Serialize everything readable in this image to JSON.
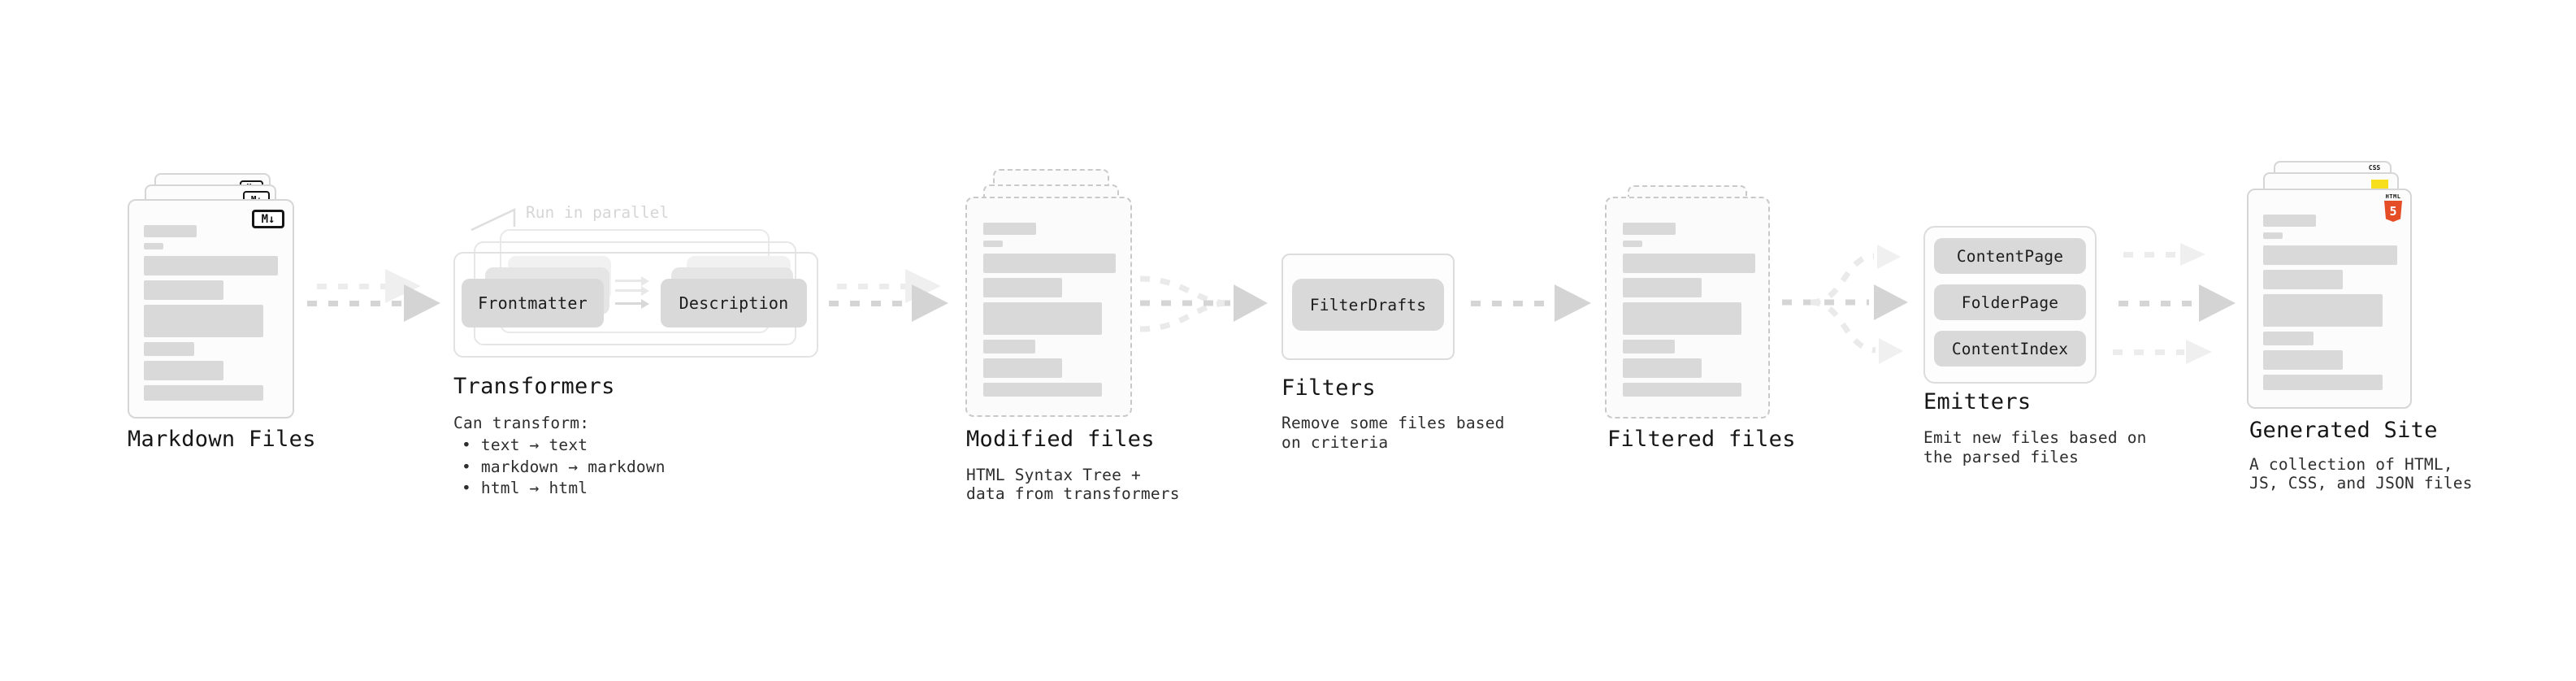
{
  "stages": {
    "markdown": {
      "title": "Markdown Files"
    },
    "transformers": {
      "title": "Transformers",
      "parallel_note": "Run in parallel",
      "boxes": [
        "Frontmatter",
        "Description"
      ],
      "subtitle": "Can transform:",
      "bullets": [
        "• text → text",
        "• markdown → markdown",
        "• html → html"
      ]
    },
    "modified": {
      "title": "Modified files",
      "desc": [
        "HTML Syntax Tree +",
        "data from transformers"
      ]
    },
    "filters": {
      "title": "Filters",
      "boxes": [
        "FilterDrafts"
      ],
      "desc": [
        "Remove some files based",
        "on criteria"
      ]
    },
    "filtered": {
      "title": "Filtered files"
    },
    "emitters": {
      "title": "Emitters",
      "boxes": [
        "ContentPage",
        "FolderPage",
        "ContentIndex"
      ],
      "desc": [
        "Emit new files based on",
        "the parsed files"
      ]
    },
    "generated": {
      "title": "Generated Site",
      "desc": [
        "A collection of HTML,",
        "JS, CSS, and JSON files"
      ]
    }
  },
  "icons": {
    "markdown_badge": "M↓",
    "html5_wordmark": "HTML",
    "html5_numeral": "5",
    "css_wordmark": "CSS"
  },
  "colors": {
    "html5_orange": "#e44d26",
    "js_yellow": "#f7df1e",
    "css_blue": "#2760e6",
    "card_border": "#d6d6d6",
    "bar_fill": "#d9d9d9",
    "arrow_dark": "#d5d5d5",
    "arrow_light": "#ececec",
    "heading_text": "#161616"
  }
}
